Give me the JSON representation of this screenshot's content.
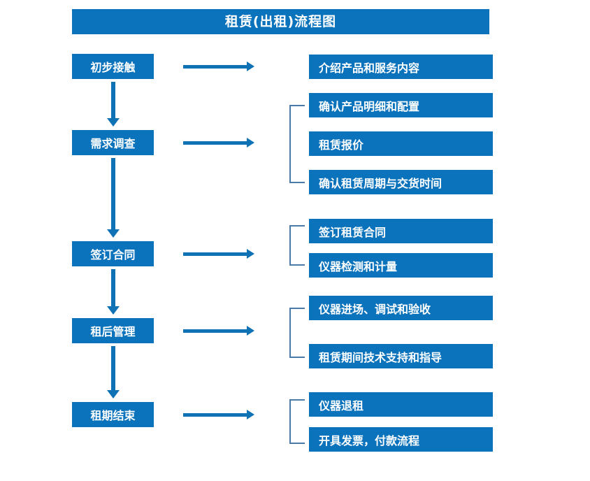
{
  "diagram": {
    "title": "租赁(出租)流程图",
    "colors": {
      "box_blue": "#0b72bc",
      "arrow_blue": "#0f72b5",
      "bracket_blue": "#4a7ba8",
      "text_white": "#ffffff",
      "background": "#ffffff"
    },
    "stages": [
      {
        "label": "初步接触"
      },
      {
        "label": "需求调查"
      },
      {
        "label": "签订合同"
      },
      {
        "label": "租后管理"
      },
      {
        "label": "租期结束"
      }
    ],
    "groups": [
      {
        "has_bracket": false,
        "details": [
          {
            "label": "介绍产品和服务内容"
          }
        ]
      },
      {
        "has_bracket": true,
        "details": [
          {
            "label": "确认产品明细和配置"
          },
          {
            "label": "租赁报价"
          },
          {
            "label": "确认租赁周期与交货时间"
          }
        ]
      },
      {
        "has_bracket": true,
        "details": [
          {
            "label": "签订租赁合同"
          },
          {
            "label": "仪器检测和计量"
          }
        ]
      },
      {
        "has_bracket": true,
        "details": [
          {
            "label": "仪器进场、调试和验收"
          },
          {
            "label": "租赁期间技术支持和指导"
          }
        ]
      },
      {
        "has_bracket": true,
        "details": [
          {
            "label": "仪器退租"
          },
          {
            "label": "开具发票，付款流程"
          }
        ]
      }
    ]
  }
}
